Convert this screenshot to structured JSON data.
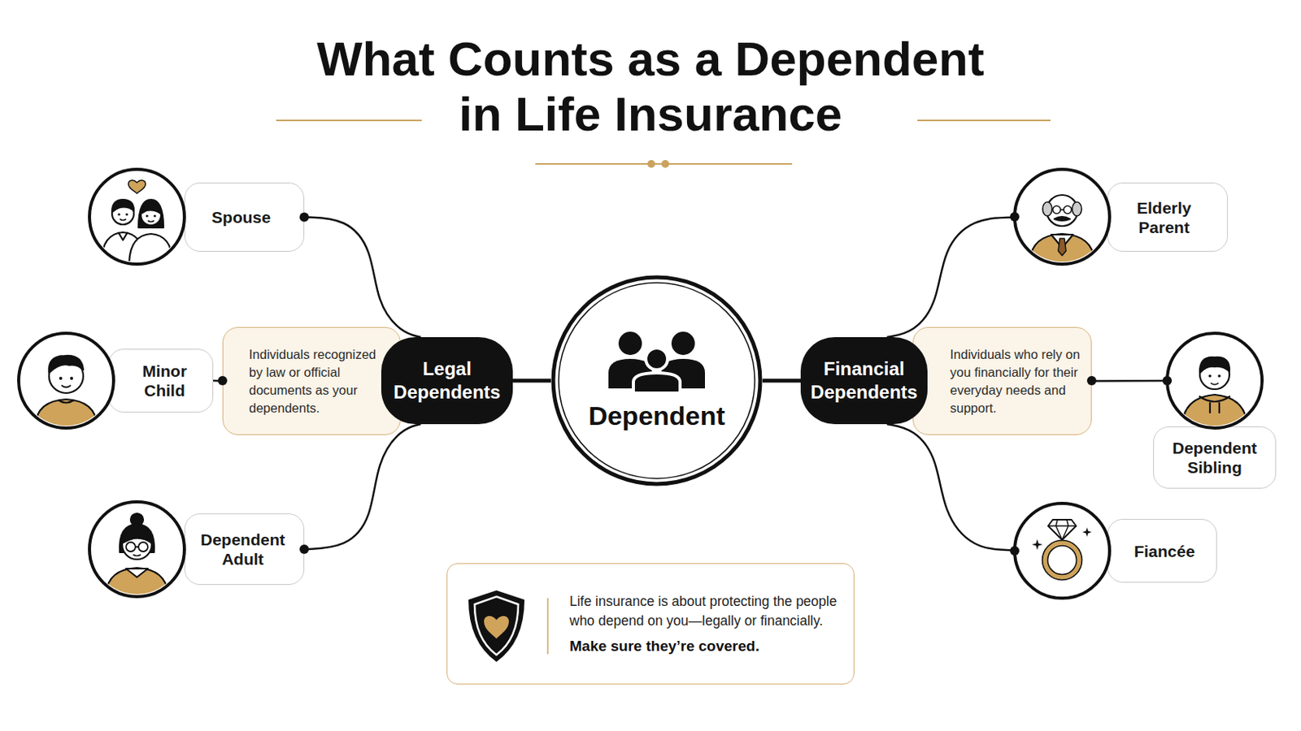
{
  "diagram": {
    "title": "What Counts as a Dependent in Life Insurance",
    "nodes": [
      {
        "text": [
          "Spouse"
        ]
      },
      {
        "text": [
          "Minor Child"
        ]
      },
      {
        "text": [
          "Dependent Adult"
        ]
      },
      {
        "text": [
          "Individuals recognized by law or official documents as your dependents."
        ]
      },
      {
        "text": [
          "Legal Dependents"
        ]
      },
      {
        "text": [
          "Dependent"
        ]
      },
      {
        "text": [
          "Financial Dependents"
        ]
      },
      {
        "text": [
          "Individuals who rely on you financially for their everyday needs and support."
        ]
      },
      {
        "text": [
          "Elderly Parent"
        ]
      },
      {
        "text": [
          "Dependent Sibling"
        ]
      },
      {
        "text": [
          "Fiancée"
        ]
      },
      {
        "text": [
          "Life insurance is about protecting the people who depend on you—legally or financially.",
          "Make sure they’re covered."
        ]
      }
    ],
    "edges": [
      {
        "from": 4,
        "to": 5,
        "arrow": "none"
      },
      {
        "from": 5,
        "to": 6,
        "arrow": "none"
      },
      {
        "from": 0,
        "to": 4,
        "arrow": "none"
      },
      {
        "from": 1,
        "to": 3,
        "arrow": "none"
      },
      {
        "from": 2,
        "to": 4,
        "arrow": "none"
      },
      {
        "from": 6,
        "to": 8,
        "arrow": "none"
      },
      {
        "from": 7,
        "to": 9,
        "arrow": "none"
      },
      {
        "from": 6,
        "to": 10,
        "arrow": "none"
      }
    ]
  }
}
